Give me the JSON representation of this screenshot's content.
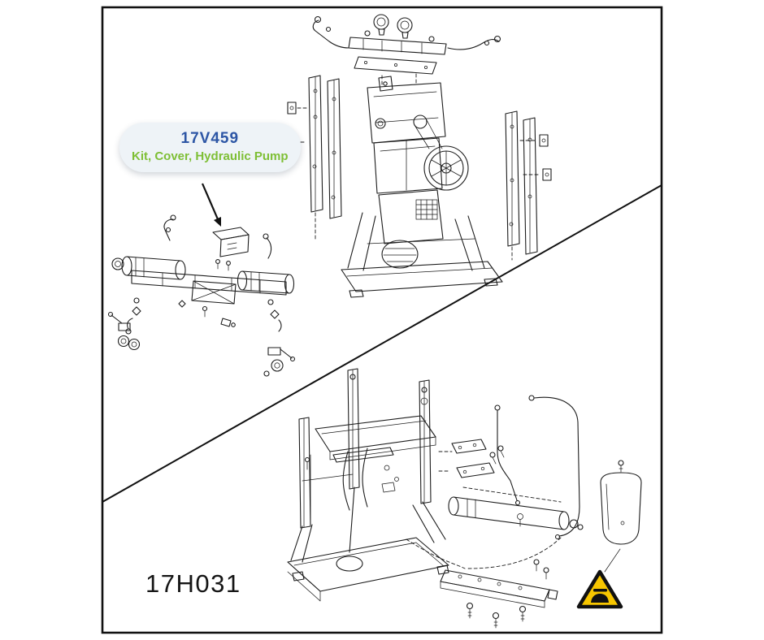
{
  "callout": {
    "part_number": "17V459",
    "description": "Kit, Cover, Hydraulic Pump"
  },
  "figure": {
    "label": "17H031"
  },
  "icons": {
    "warning": "crush-hazard-warning-icon",
    "pointer": "callout-arrow"
  },
  "colors": {
    "line_color": "#1c1c1c",
    "frame_color": "#111111",
    "part_number_blue": "#2d56a5",
    "description_green": "#7ebf35",
    "callout_bg": "#eef3f7",
    "warning_yellow": "#f7c600",
    "page_bg": "#ffffff"
  }
}
